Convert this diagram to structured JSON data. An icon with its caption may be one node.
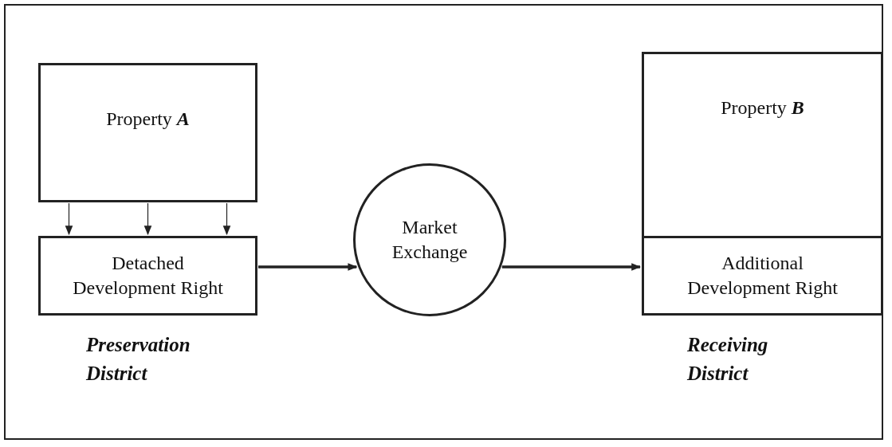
{
  "diagram": {
    "nodes": [
      {
        "text": [
          "Property **A**"
        ]
      },
      {
        "text": [
          "Detached Development Right"
        ]
      },
      {
        "text": [
          "Market Exchange"
        ]
      },
      {
        "text": [
          "Property **B**"
        ]
      },
      {
        "text": [
          "Additional Development Right"
        ]
      }
    ],
    "edges": [
      {
        "from": 0,
        "to": 1,
        "arrow": "to"
      },
      {
        "from": 0,
        "to": 1,
        "arrow": "to"
      },
      {
        "from": 0,
        "to": 1,
        "arrow": "to"
      },
      {
        "from": 1,
        "to": 2,
        "arrow": "to",
        "style": "thick"
      },
      {
        "from": 2,
        "to": 4,
        "arrow": "to",
        "style": "thick"
      }
    ],
    "labels": [
      "Preservation District",
      "Receiving District"
    ]
  }
}
